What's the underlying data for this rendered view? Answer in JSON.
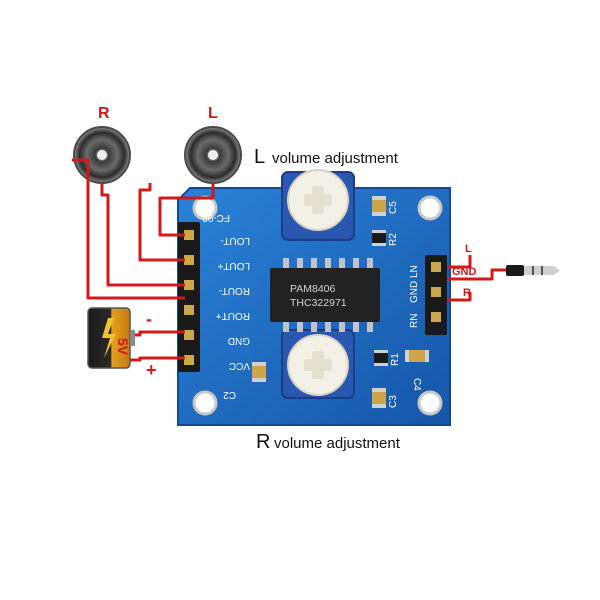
{
  "speakers": {
    "right_label": "R",
    "left_label": "L"
  },
  "captions": {
    "l_volume": "volume adjustment",
    "l_volume_letter": "L",
    "r_volume": "volume adjustment",
    "r_volume_letter": "R"
  },
  "board": {
    "model": "FC-99",
    "pins_left": [
      "LOUT-",
      "LOUT+",
      "ROUT-",
      "ROUT+",
      "GND",
      "VCC"
    ],
    "pins_right": [
      "LN",
      "GND",
      "RN"
    ],
    "chip_line1": "PAM8406",
    "chip_line2": "THC322971",
    "components": [
      "C5",
      "R2",
      "C2",
      "R1",
      "C4",
      "C3"
    ]
  },
  "input": {
    "l_label": "L",
    "gnd_label": "GND",
    "r_label": "R"
  },
  "battery": {
    "voltage": "5V",
    "minus": "-",
    "plus": "+"
  },
  "colors": {
    "board": "#1f6fc4",
    "wire": "#d21818",
    "label_red": "#d21818",
    "pot_body": "#2a58b0",
    "chip": "#222222"
  }
}
